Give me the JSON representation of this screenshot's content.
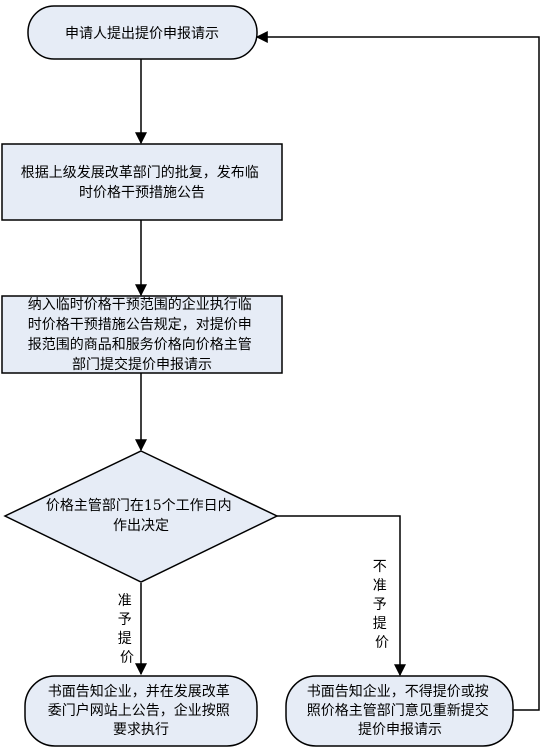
{
  "colors": {
    "node_fill": "#e6ecf6",
    "stroke": "#000000",
    "background": "#ffffff"
  },
  "nodes": {
    "start": {
      "lines": [
        "申请人提出提价申报请示"
      ]
    },
    "publish": {
      "lines": [
        "根据上级发展改革部门的批复，发布临",
        "时价格干预措施公告"
      ]
    },
    "submit": {
      "lines": [
        "纳入临时价格干预范围的企业执行临",
        "时价格干预措施公告规定，对提价申",
        "报范围的商品和服务价格向价格主管",
        "部门提交提价申报请示"
      ]
    },
    "decision": {
      "lines": [
        "价格主管部门在15个工作日内",
        "作出决定"
      ]
    },
    "approve_result": {
      "lines": [
        "书面告知企业，并在发展改革",
        "委门户网站上公告，企业按照",
        "要求执行"
      ]
    },
    "reject_result": {
      "lines": [
        "书面告知企业，不得提价或按",
        "照价格主管部门意见重新提交",
        "提价申报请示"
      ]
    }
  },
  "edges": {
    "approve": {
      "label": [
        "准",
        "予",
        "提",
        "价"
      ]
    },
    "reject": {
      "label": [
        "不",
        "准",
        "予",
        "提",
        "价"
      ]
    }
  }
}
